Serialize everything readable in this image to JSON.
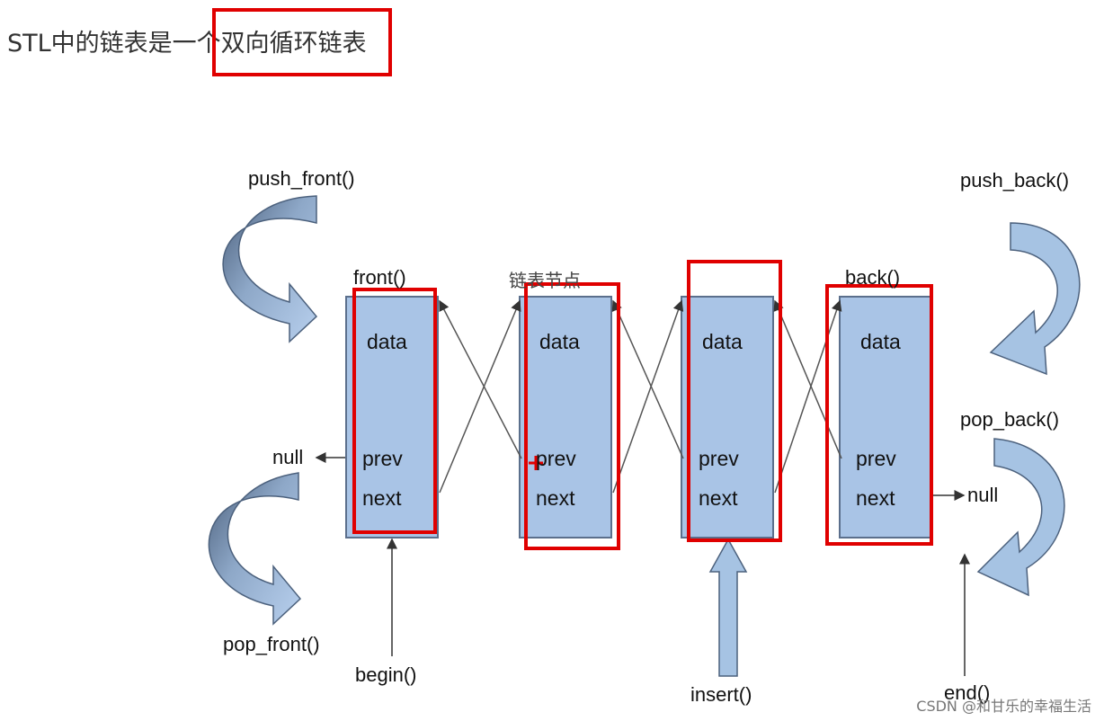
{
  "title": "STL中的链表是一个双向循环链表",
  "nodes": [
    {
      "top_label": "front()",
      "data": "data",
      "prev": "prev",
      "next": "next"
    },
    {
      "top_label": "链表节点",
      "data": "data",
      "prev": "prev",
      "next": "next"
    },
    {
      "top_label": "",
      "data": "data",
      "prev": "prev",
      "next": "next"
    },
    {
      "top_label": "back()",
      "data": "data",
      "prev": "prev",
      "next": "next"
    }
  ],
  "labels": {
    "push_front": "push_front()",
    "pop_front": "pop_front()",
    "push_back": "push_back()",
    "pop_back": "pop_back()",
    "begin": "begin()",
    "insert": "insert()",
    "end": "end()",
    "null_left": "null",
    "null_right": "null"
  },
  "watermark": "CSDN @和甘乐的幸福生活",
  "colors": {
    "node_fill": "#a9c4e6",
    "node_border": "#5b6f8c",
    "highlight": "#e00000",
    "arrow_fill": "#a6c3e3",
    "arrow_dark": "#4c617d"
  }
}
